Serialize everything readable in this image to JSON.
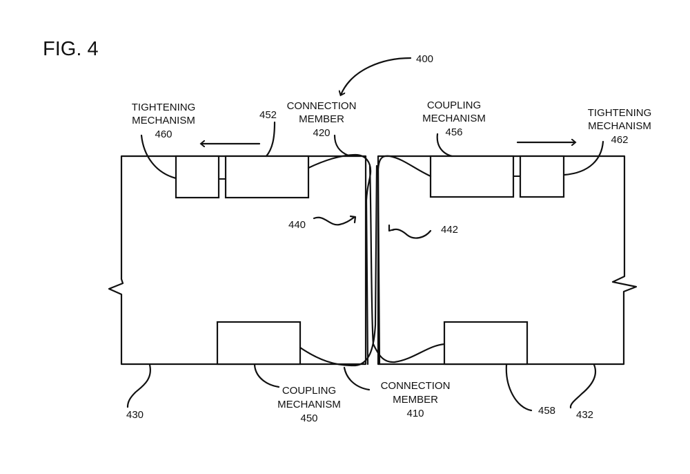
{
  "figure": {
    "title": "FIG. 4"
  },
  "labels": {
    "system_ref": "400",
    "connection_member_top": {
      "line1": "CONNECTION",
      "line2": "MEMBER",
      "ref": "420"
    },
    "connection_member_bottom": {
      "line1": "CONNECTION",
      "line2": "MEMBER",
      "ref": "410"
    },
    "tightening_left": {
      "line1": "TIGHTENING",
      "line2": "MECHANISM",
      "ref": "460"
    },
    "tightening_right": {
      "line1": "TIGHTENING",
      "line2": "MECHANISM",
      "ref": "462"
    },
    "coupling_top_right": {
      "line1": "COUPLING",
      "line2": "MECHANISM",
      "ref": "456"
    },
    "coupling_bottom_left": {
      "line1": "COUPLING",
      "line2": "MECHANISM",
      "ref": "450"
    },
    "coupling_top_left_ref": "452",
    "coupling_bottom_right_ref": "458",
    "panel_left_ref": "430",
    "panel_right_ref": "432",
    "edge_left_ref": "440",
    "edge_right_ref": "442"
  }
}
